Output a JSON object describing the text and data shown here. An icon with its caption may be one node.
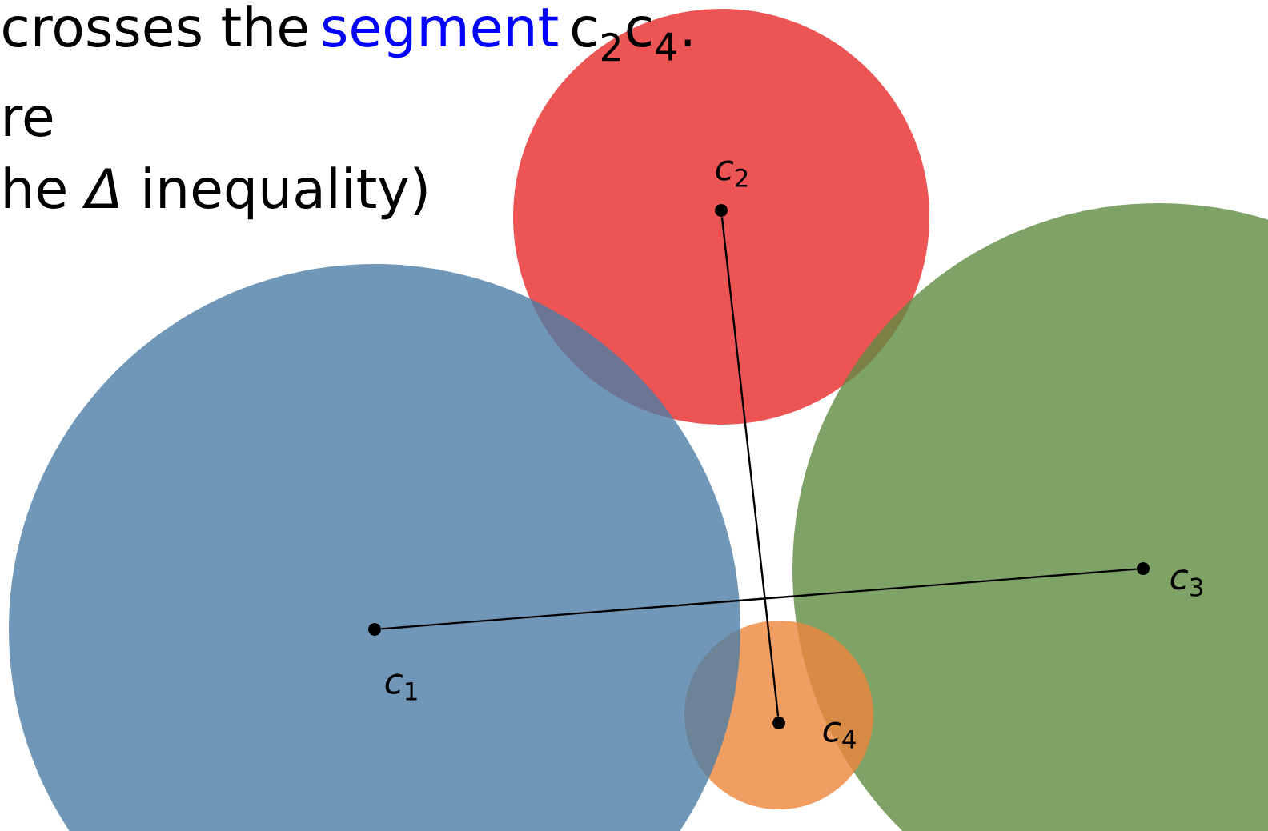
{
  "diagram": {
    "nodes": [
      {
        "text": [],
        "shape": "circle"
      },
      {
        "text": [],
        "shape": "circle"
      },
      {
        "text": [],
        "shape": "circle"
      },
      {
        "text": [],
        "shape": "circle"
      },
      {
        "text": [],
        "shape": "circle",
        "in": 0,
        "beside": [
          "*c*$_{1}$"
        ]
      },
      {
        "text": [],
        "shape": "circle",
        "in": 1,
        "beside": [
          "*c*$_{2}$"
        ]
      },
      {
        "text": [],
        "shape": "circle",
        "in": 2,
        "beside": [
          "*c*$_{3}$"
        ]
      },
      {
        "text": [],
        "shape": "circle",
        "in": 3,
        "beside": [
          "*c*$_{4}$"
        ]
      }
    ],
    "edges": [
      {
        "from": 4,
        "to": 6,
        "arrow": "none"
      },
      {
        "from": 5,
        "to": 7,
        "arrow": "none"
      }
    ],
    "labels": [
      "crosses the",
      "segment",
      "c$_{2}$c$_{4}$.",
      "re",
      "he *Δ* inequality)"
    ]
  }
}
